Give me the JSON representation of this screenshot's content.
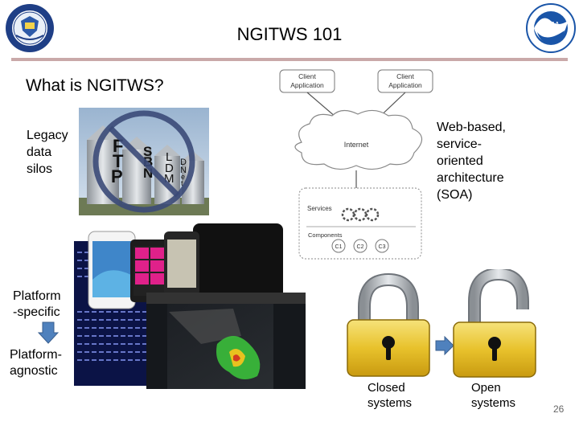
{
  "slide": {
    "title": "NGITWS 101",
    "question": "What is NGITWS?",
    "legacy_line1": "Legacy",
    "legacy_line2": "data",
    "legacy_line3": "silos",
    "soa_line1": "Web-based,",
    "soa_line2": "service-",
    "soa_line3": "oriented",
    "soa_line4": "architecture",
    "soa_line5": "(SOA)",
    "platform_specific_line1": "Platform",
    "platform_specific_line2": "-specific",
    "platform_agnostic_line1": "Platform-",
    "platform_agnostic_line2": "agnostic",
    "closed_line1": "Closed",
    "closed_line2": "systems",
    "open_line1": "Open",
    "open_line2": "systems",
    "page_number": "26"
  },
  "silos": {
    "labels": [
      "F",
      "T",
      "P",
      "S",
      "B",
      "N",
      "L",
      "D",
      "M",
      "D",
      "N",
      "e",
      "t"
    ]
  },
  "soa_diagram": {
    "client_left_1": "Client",
    "client_left_2": "Application",
    "client_right_1": "Client",
    "client_right_2": "Application",
    "internet": "Internet",
    "services": "Services",
    "components": "Components",
    "c1": "C1",
    "c2": "C2",
    "c3": "C3"
  },
  "colors": {
    "rule": "#c9a9a9",
    "arrow": "#4f81bd",
    "lock_gold": "#e8c22c",
    "prohibit": "#3b4a78"
  }
}
